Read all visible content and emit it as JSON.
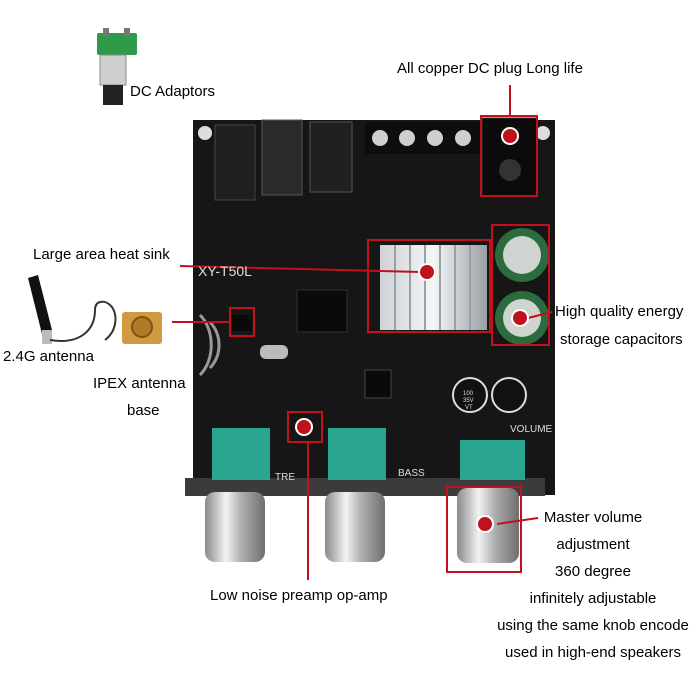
{
  "labels": {
    "dc_adaptors": "DC Adaptors",
    "dc_plug": "All copper DC plug Long life",
    "heat_sink": "Large area heat sink",
    "antenna": "2.4G antenna",
    "ipex": [
      "IPEX antenna",
      "base"
    ],
    "capacitors": [
      "High quality energy",
      "storage capacitors"
    ],
    "opamp": "Low noise preamp op-amp",
    "volume": [
      "Master volume",
      "adjustment",
      "360 degree",
      "infinitely adjustable",
      "using the same knob encode",
      "used in high-end speakers"
    ]
  },
  "board_text": {
    "model": "XY-T50L",
    "treble": "TRE",
    "bass": "BASS",
    "volume": "VOLUME",
    "cap_small": [
      "100",
      "35V",
      "VT"
    ]
  },
  "colors": {
    "callout": "#c0121c",
    "board": "#161616",
    "pot": "#2aa58f",
    "knob": "#c9c9c9"
  }
}
